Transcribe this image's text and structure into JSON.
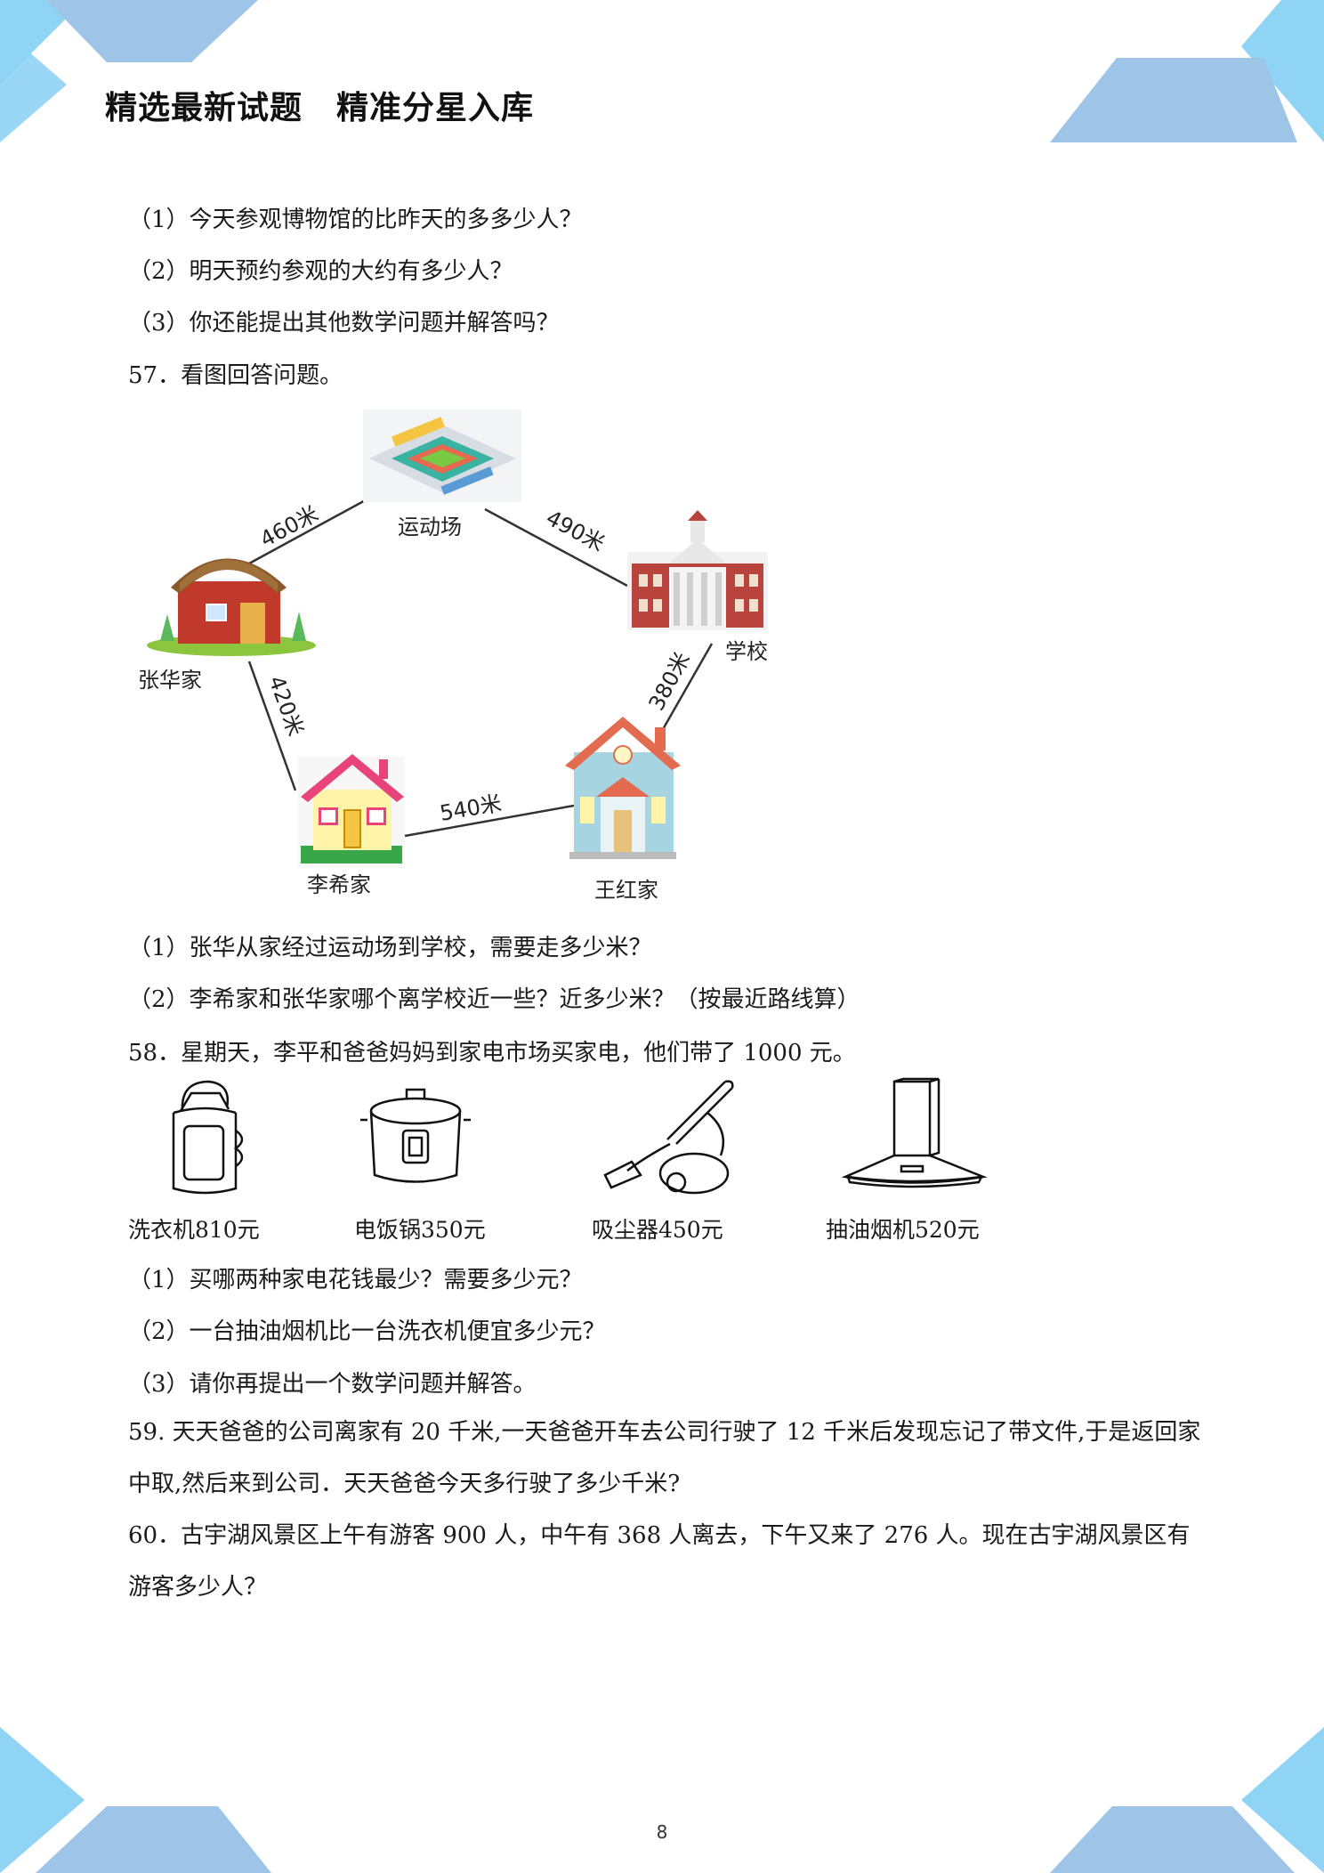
{
  "header": {
    "title_left": "精选最新试题",
    "title_right": "精准分星入库"
  },
  "prev_questions": [
    "（1）今天参观博物馆的比昨天的多多少人？",
    "（2）明天预约参观的大约有多少人？",
    "（3）你还能提出其他数学问题并解答吗？"
  ],
  "q57": {
    "title": "57．看图回答问题。",
    "places": {
      "stadium": "运动场",
      "school": "学校",
      "zhang": "张华家",
      "li": "李希家",
      "wang": "王红家"
    },
    "distances": {
      "zhang_stadium": "460米",
      "stadium_school": "490米",
      "zhang_li": "420米",
      "li_wang": "540米",
      "wang_school": "380米"
    },
    "sub": [
      "（1）张华从家经过运动场到学校，需要走多少米？",
      "（2）李希家和张华家哪个离学校近一些？近多少米？（按最近路线算）"
    ]
  },
  "q58": {
    "title": "58．星期天，李平和爸爸妈妈到家电市场买家电，他们带了 1000 元。",
    "items": [
      {
        "label": "洗衣机810元",
        "icon": "washing-machine-icon"
      },
      {
        "label": "电饭锅350元",
        "icon": "rice-cooker-icon"
      },
      {
        "label": "吸尘器450元",
        "icon": "vacuum-cleaner-icon"
      },
      {
        "label": "抽油烟机520元",
        "icon": "range-hood-icon"
      }
    ],
    "sub": [
      "（1）买哪两种家电花钱最少？需要多少元？",
      "（2）一台抽油烟机比一台洗衣机便宜多少元？",
      "（3）请你再提出一个数学问题并解答。"
    ]
  },
  "q59": {
    "text": "59. 天天爸爸的公司离家有 20 千米,一天爸爸开车去公司行驶了 12 千米后发现忘记了带文件,于是返回家中取,然后来到公司．天天爸爸今天多行驶了多少千米?"
  },
  "q60": {
    "text": "60．古宇湖风景区上午有游客 900 人，中午有 368 人离去，下午又来了 276 人。现在古宇湖风景区有游客多少人？"
  },
  "page_number": "8",
  "colors": {
    "deco_light": "#8fd3f5",
    "deco_mid": "#9ec4e8"
  }
}
